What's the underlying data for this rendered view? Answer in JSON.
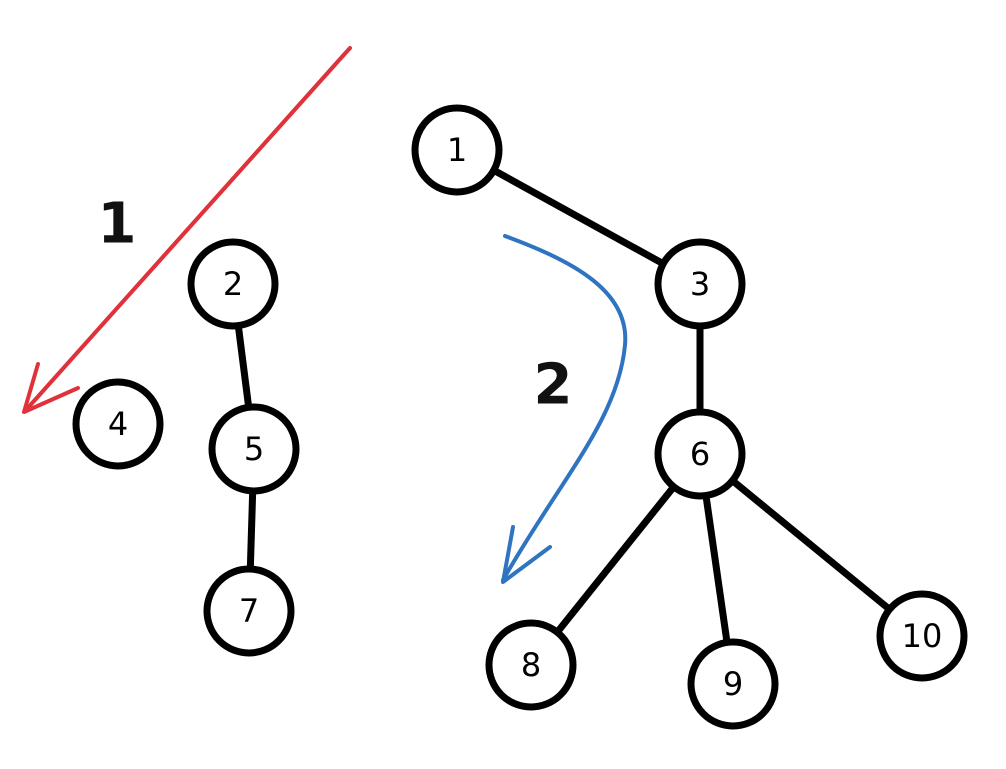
{
  "colors": {
    "ink": "#000000",
    "arrow_1": "#e0323a",
    "arrow_2": "#2f74c0",
    "background": "#ffffff"
  },
  "nodes": [
    {
      "id": "n1",
      "label": "1"
    },
    {
      "id": "n2",
      "label": "2"
    },
    {
      "id": "n3",
      "label": "3"
    },
    {
      "id": "n4",
      "label": "4"
    },
    {
      "id": "n5",
      "label": "5"
    },
    {
      "id": "n6",
      "label": "6"
    },
    {
      "id": "n7",
      "label": "7"
    },
    {
      "id": "n8",
      "label": "8"
    },
    {
      "id": "n9",
      "label": "9"
    },
    {
      "id": "n10",
      "label": "10"
    }
  ],
  "edges": [
    {
      "from": "n1",
      "to": "n3"
    },
    {
      "from": "n3",
      "to": "n6"
    },
    {
      "from": "n6",
      "to": "n8"
    },
    {
      "from": "n6",
      "to": "n9"
    },
    {
      "from": "n6",
      "to": "n10"
    },
    {
      "from": "n2",
      "to": "n5"
    },
    {
      "from": "n5",
      "to": "n7"
    }
  ],
  "arrows": [
    {
      "id": "arrow-1",
      "label": "1",
      "color": "#e0323a"
    },
    {
      "id": "arrow-2",
      "label": "2",
      "color": "#2f74c0"
    }
  ]
}
